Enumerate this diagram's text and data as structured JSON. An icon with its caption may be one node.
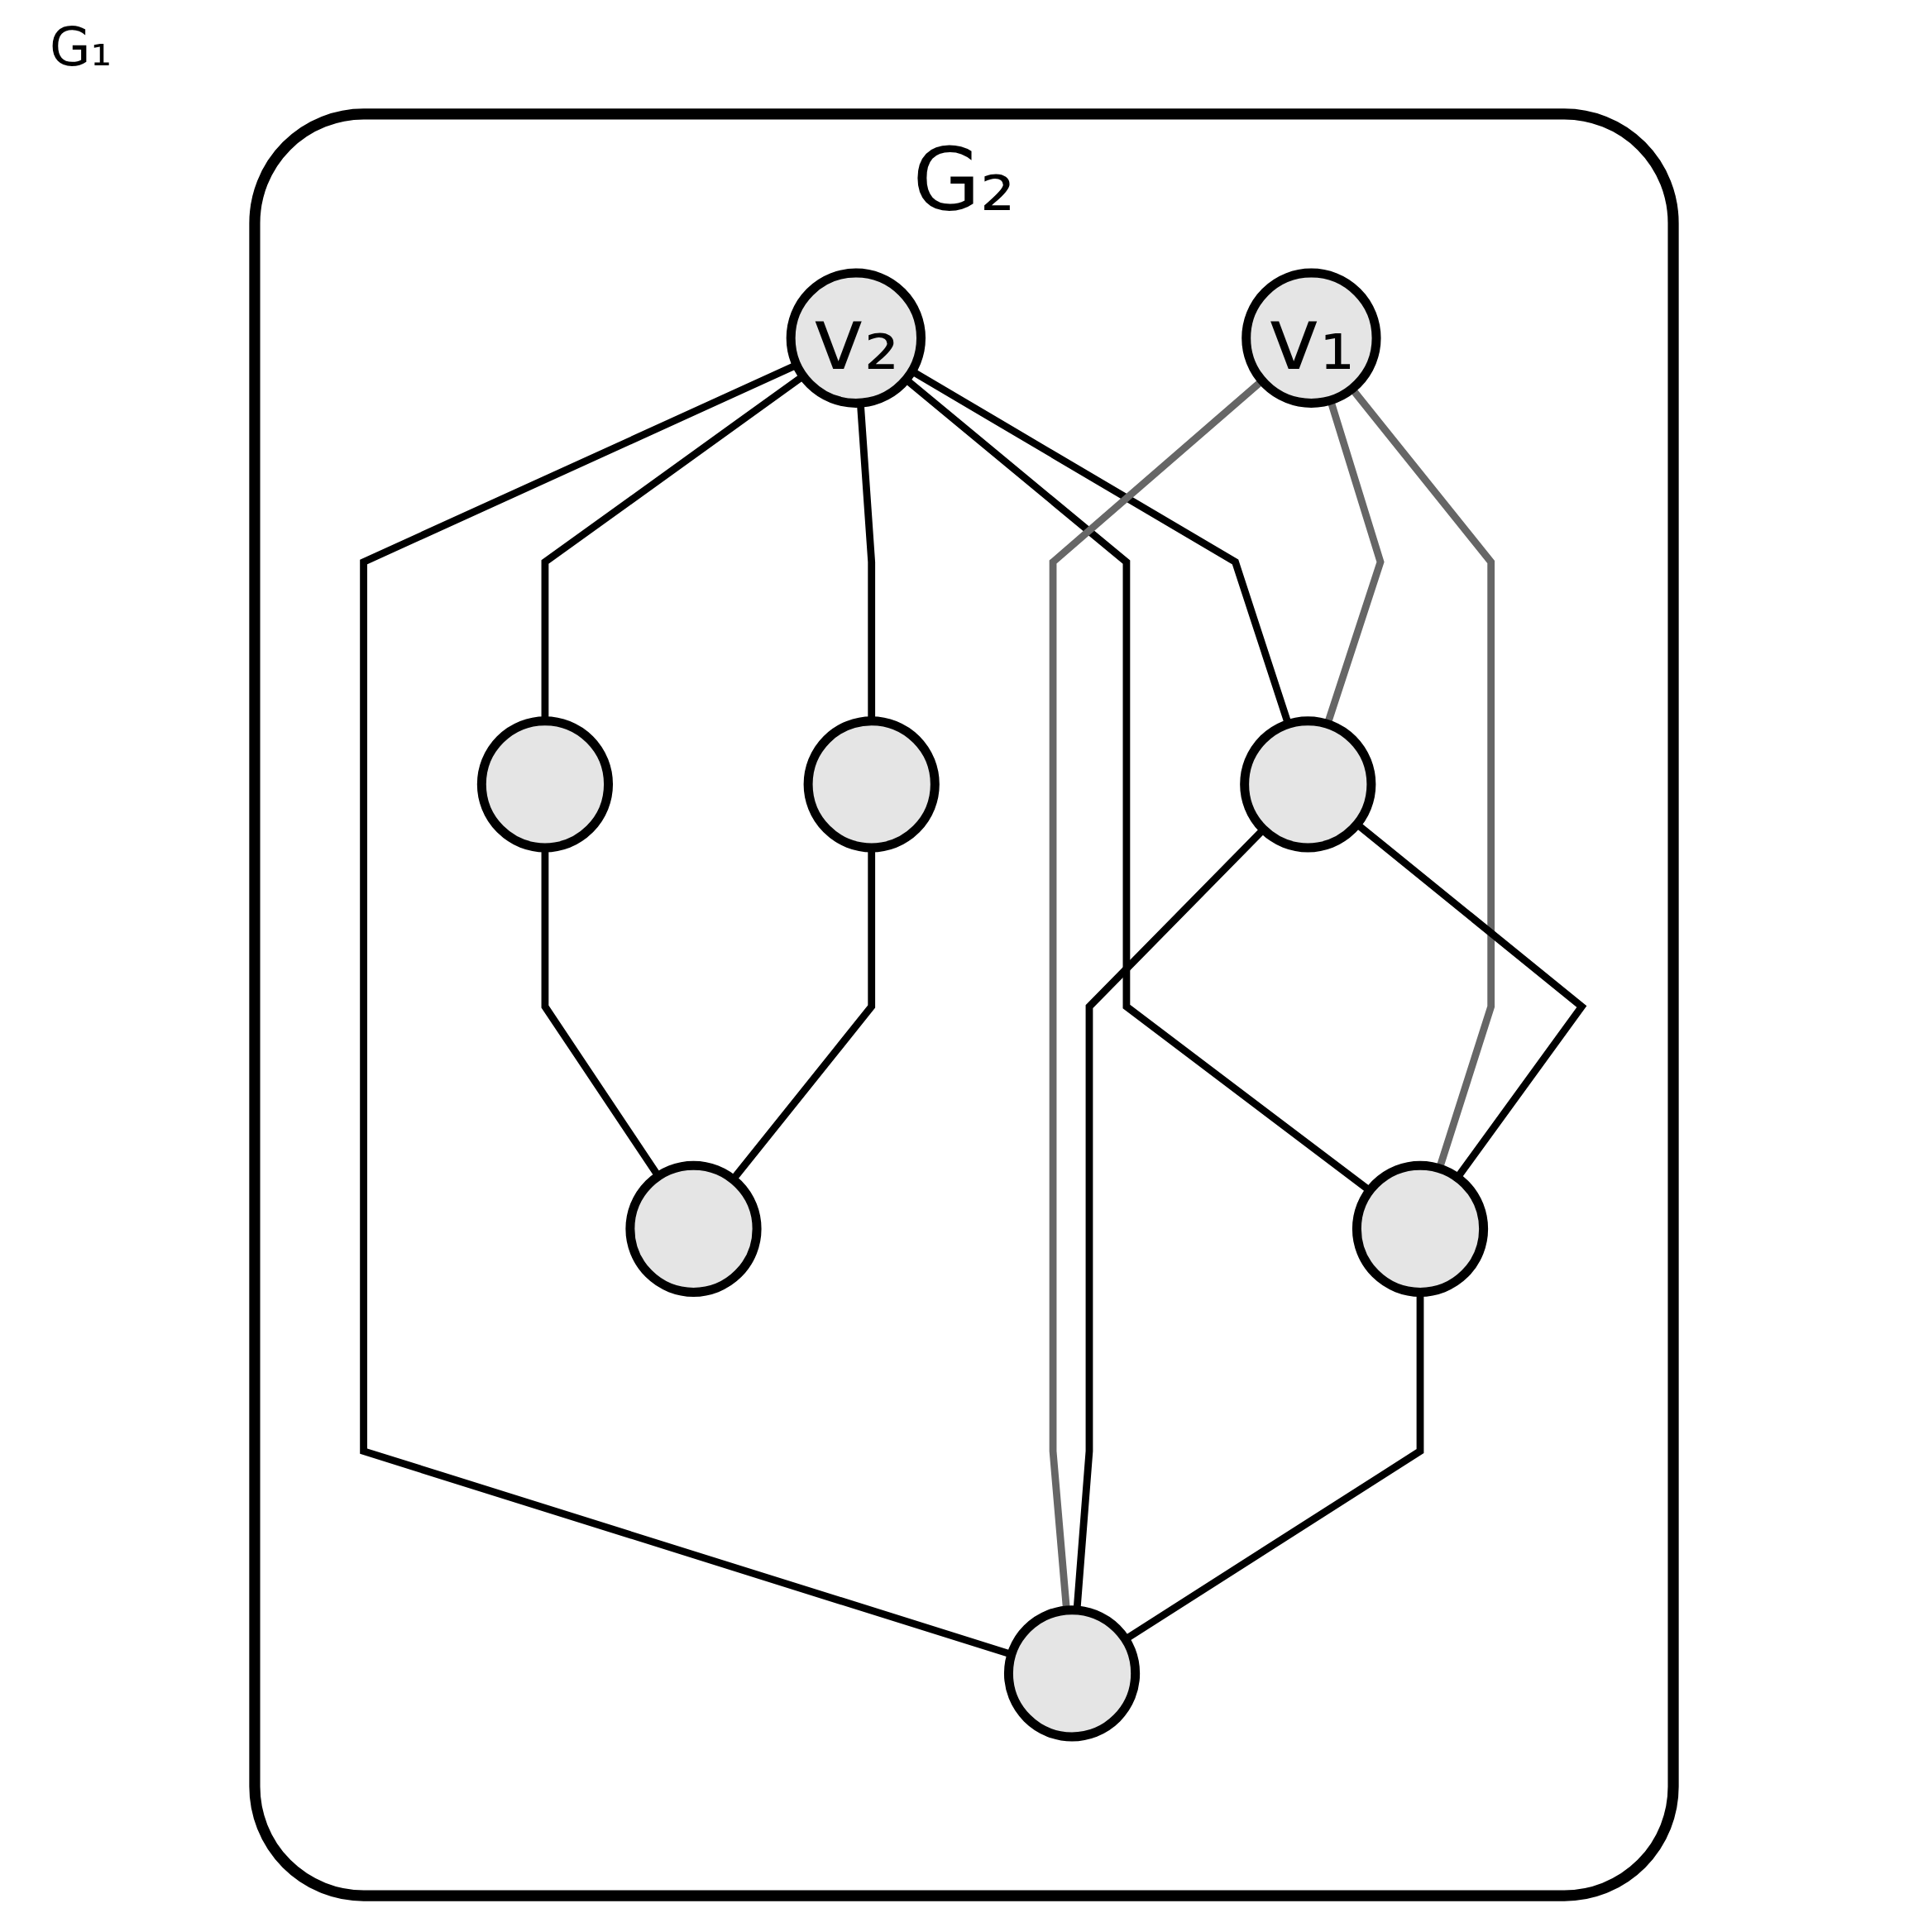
{
  "diagram": {
    "nodes": [
      {
        "text": [
          "G₂"
        ]
      },
      {
        "text": [
          "v₂"
        ],
        "in": 0
      },
      {
        "text": [
          "v₁"
        ],
        "in": 0
      },
      {
        "text": [],
        "shape": "circle",
        "in": 0
      },
      {
        "text": [],
        "shape": "circle",
        "in": 0
      },
      {
        "text": [],
        "shape": "circle",
        "in": 0
      },
      {
        "text": [],
        "shape": "circle",
        "in": 0
      },
      {
        "text": [],
        "shape": "circle",
        "in": 0
      },
      {
        "text": [],
        "shape": "circle",
        "in": 0
      }
    ],
    "edges": [
      {
        "from": 1,
        "to": 5,
        "arrow": "none"
      },
      {
        "from": 1,
        "to": 7,
        "arrow": "none"
      },
      {
        "from": 1,
        "to": 6,
        "arrow": "none"
      },
      {
        "from": 1,
        "to": 3,
        "arrow": "none"
      },
      {
        "from": 1,
        "to": 4,
        "arrow": "none"
      },
      {
        "from": 2,
        "to": 3,
        "arrow": "none",
        "color": "#666666"
      },
      {
        "from": 2,
        "to": 6,
        "arrow": "none",
        "color": "#666666"
      },
      {
        "from": 2,
        "to": 7,
        "arrow": "none",
        "color": "#666666"
      },
      {
        "from": 3,
        "to": 7,
        "arrow": "none"
      },
      {
        "from": 3,
        "to": 6,
        "arrow": "none"
      },
      {
        "from": 7,
        "to": 6,
        "arrow": "none"
      },
      {
        "from": 5,
        "to": 8,
        "arrow": "none"
      },
      {
        "from": 4,
        "to": 8,
        "arrow": "none"
      }
    ],
    "labels": [
      "G₁"
    ]
  }
}
